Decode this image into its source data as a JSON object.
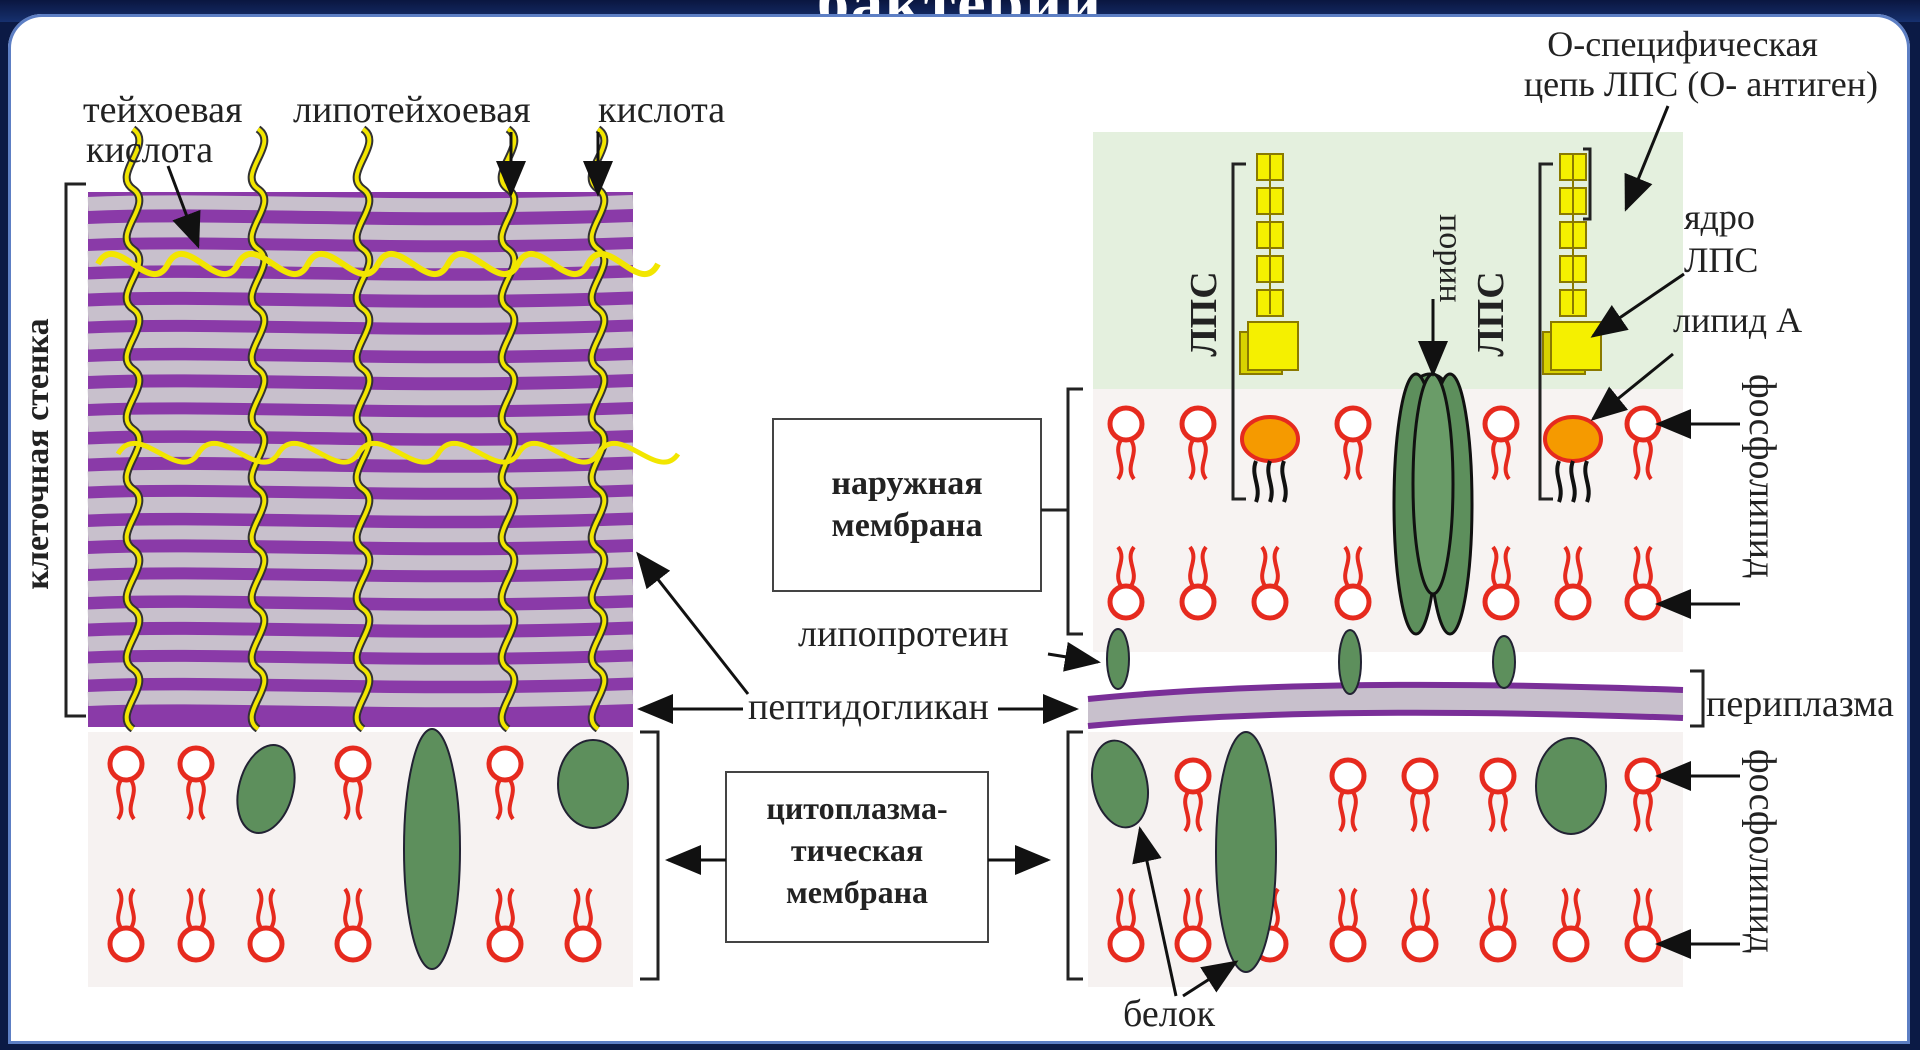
{
  "slide": {
    "title_fragment": "бактерий"
  },
  "labels": {
    "teichoic_line1": "тейхоевая",
    "teichoic_line2": "кислота",
    "lipoteichoic": "липотейхоевая",
    "lipoteichoic_acid": "кислота",
    "cell_wall": "клеточная стенка",
    "o_chain_line1": "О-специфическая",
    "o_chain_line2": "цепь ЛПС (О- антиген)",
    "lps_core_line1": "ядро",
    "lps_core_line2": "ЛПС",
    "lipid_a": "липид А",
    "lps": "ЛПС",
    "porin": "порин",
    "phospholipid": "фосфолипид",
    "outer_membrane_line1": "наружная",
    "outer_membrane_line2": "мембрана",
    "lipoprotein": "липопротеин",
    "peptidoglycan": "пептидогликан",
    "periplasm": "периплазма",
    "cytoplasmic_line1": "цитоплазма-",
    "cytoplasmic_line2": "тическая",
    "cytoplasmic_line3": "мембрана",
    "protein": "белок"
  },
  "colors": {
    "peptidoglycan_purple": "#7a2f98",
    "peptidoglycan_grey": "#c8c0cc",
    "teichoic_yellow": "#f2e600",
    "phospholipid_red": "#e62a1e",
    "protein_green": "#5d8f5c",
    "lps_yellow": "#f5f000",
    "lipid_a_orange": "#f59a00",
    "outer_bg": "#e4f0de"
  }
}
